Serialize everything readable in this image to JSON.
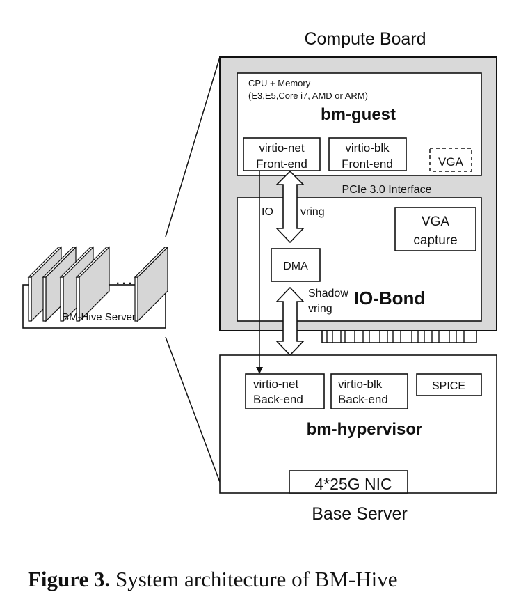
{
  "figure": {
    "caption_label": "Figure 3.",
    "caption_text": " System architecture of BM-Hive"
  },
  "server_rack": {
    "label": "BM-Hive Server",
    "ellipsis": ". . ."
  },
  "compute_board": {
    "title": "Compute Board",
    "bm_guest": {
      "cpu_line1": "CPU  + Memory",
      "cpu_line2": "(E3,E5,Core i7, AMD  or ARM)",
      "title": "bm-guest",
      "virtio_net_fe": [
        "virtio-net",
        "Front-end"
      ],
      "virtio_blk_fe": [
        "virtio-blk",
        "Front-end"
      ],
      "vga": "VGA"
    },
    "pcie_label": "PCIe 3.0 Interface",
    "io_bond": {
      "title": "IO-Bond",
      "io_label": "IO",
      "vring_label": "vring",
      "dma": "DMA",
      "shadow_vring": [
        "Shadow",
        "vring"
      ],
      "vga_capture": [
        "VGA",
        "capture"
      ]
    }
  },
  "base_server": {
    "title": "Base Server",
    "bm_hypervisor": "bm-hypervisor",
    "virtio_net_be": [
      "virtio-net",
      "Back-end"
    ],
    "virtio_blk_be": [
      "virtio-blk",
      "Back-end"
    ],
    "spice": "SPICE",
    "nic": "4*25G NIC"
  }
}
